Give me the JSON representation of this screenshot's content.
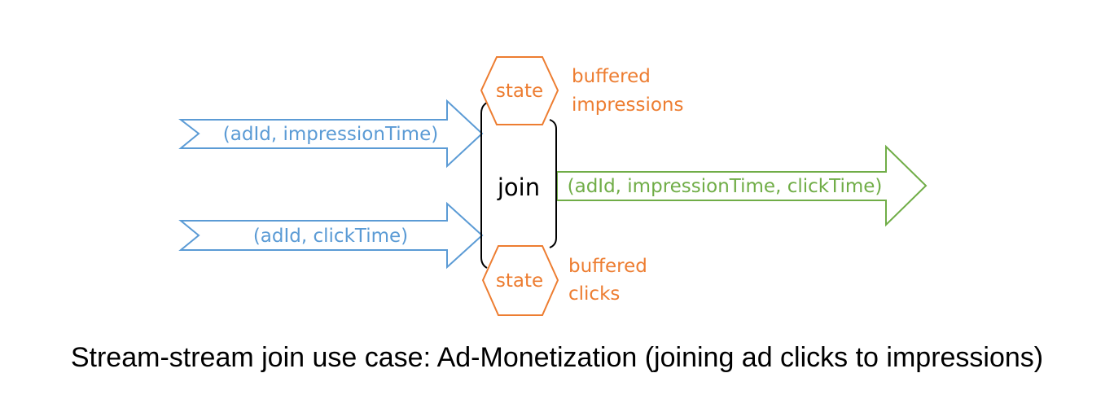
{
  "colors": {
    "input_stream": "#5b9bd5",
    "output_stream": "#70ad47",
    "state": "#ed7d31",
    "join": "#000000"
  },
  "streams": {
    "impressions_label": "(adId, impressionTime)",
    "clicks_label": "(adId, clickTime)",
    "output_label": "(adId, impressionTime, clickTime)"
  },
  "join": {
    "label": "join"
  },
  "states": {
    "top": {
      "label": "state",
      "note_line1": "buffered",
      "note_line2": "impressions"
    },
    "bottom": {
      "label": "state",
      "note_line1": "buffered",
      "note_line2": "clicks"
    }
  },
  "caption": "Stream-stream join use case: Ad-Monetization (joining ad clicks to impressions)"
}
